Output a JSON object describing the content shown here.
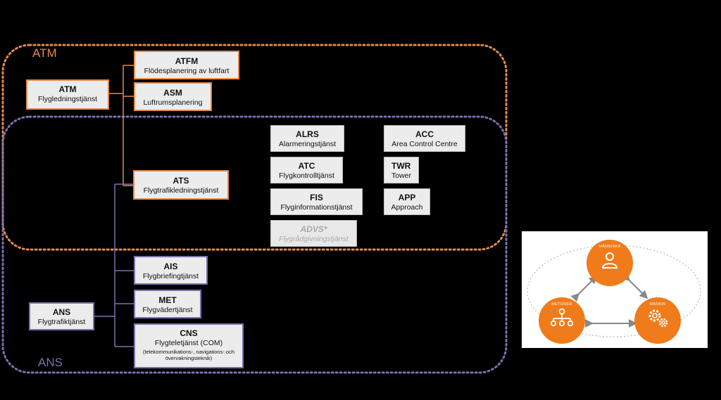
{
  "regions": {
    "atm_label": "ATM",
    "ans_label": "ANS"
  },
  "left": {
    "atm": {
      "title": "ATM",
      "subtitle": "Flygledningstjänst"
    },
    "ans": {
      "title": "ANS",
      "subtitle": "Flygtrafiktjänst"
    }
  },
  "mid": {
    "atfm": {
      "title": "ATFM",
      "subtitle": "Flödesplanering av luftfart"
    },
    "asm": {
      "title": "ASM",
      "subtitle": "Luftrumsplanering"
    },
    "ats": {
      "title": "ATS",
      "subtitle": "Flygtrafikledningstjänst"
    },
    "ais": {
      "title": "AIS",
      "subtitle": "Flygbriefingtjänst"
    },
    "met": {
      "title": "MET",
      "subtitle": "Flygvädertjänst"
    },
    "cns": {
      "title": "CNS",
      "subtitle": "Flygteletjänst (COM)",
      "note": "(telekommunikations-, navigations- och övervakningsteknik)"
    }
  },
  "services": {
    "alrs": {
      "title": "ALRS",
      "subtitle": "Alarmeringstjänst"
    },
    "atc": {
      "title": "ATC",
      "subtitle": "Flygkontrolltjänst"
    },
    "fis": {
      "title": "FIS",
      "subtitle": "Flyginformationstjänst"
    },
    "advs": {
      "title": "ADVS*",
      "subtitle": "Flygrådgivningstjänst"
    }
  },
  "units": {
    "acc": {
      "title": "ACC",
      "subtitle": "Area Control Centre"
    },
    "twr": {
      "title": "TWR",
      "subtitle": "Tower"
    },
    "app": {
      "title": "APP",
      "subtitle": "Approach"
    }
  },
  "venn": {
    "people": "MÄNNISKA",
    "methods": "METODER",
    "machine": "MASKIN"
  },
  "colors": {
    "atm": "#e58a4b",
    "ans": "#7d70b0",
    "node": "#ef7b1a"
  }
}
